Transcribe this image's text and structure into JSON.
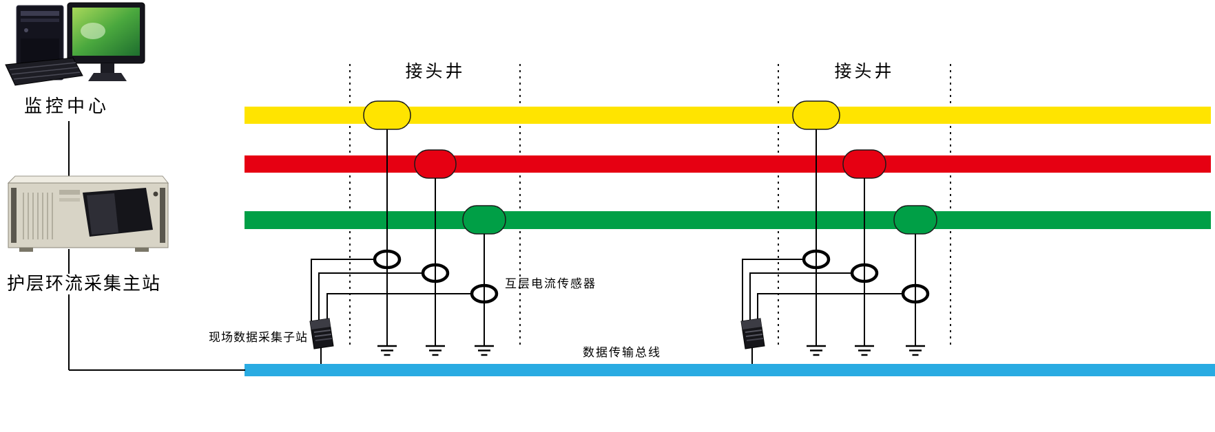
{
  "diagram": {
    "labels": {
      "monitoring_center": "监控中心",
      "master_station": "护层环流采集主站",
      "joint_well_left": "接头井",
      "joint_well_right": "接头井",
      "sheath_current_sensor": "互层电流传感器",
      "field_substation": "现场数据采集子站",
      "data_bus": "数据传输总线"
    },
    "colors": {
      "phase_yellow": "#ffe400",
      "phase_red": "#e60012",
      "phase_green": "#009f46",
      "data_bus_blue": "#29abe2",
      "line_black": "#000000"
    },
    "icons": {
      "monitoring_center": "desktop-computer-icon",
      "master_station": "rackmount-server-icon",
      "field_substation": "data-collector-device-icon",
      "sensor": "current-sensor-ring-icon",
      "ground": "earth-ground-icon"
    }
  }
}
